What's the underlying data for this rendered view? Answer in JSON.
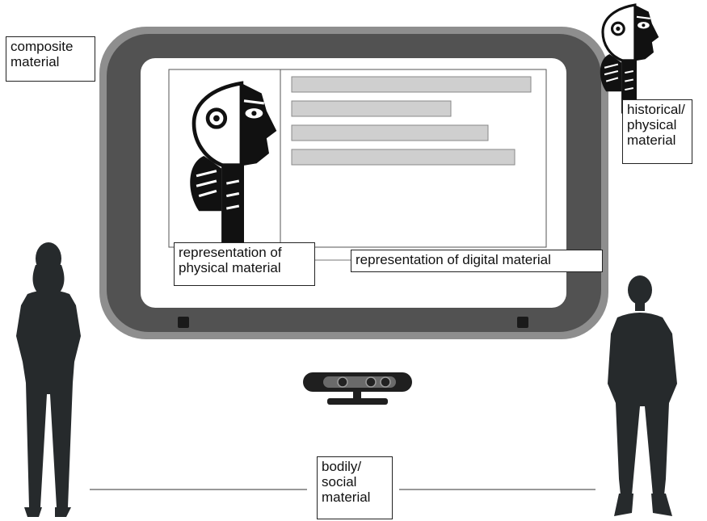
{
  "labels": {
    "composite": [
      "composite",
      "material"
    ],
    "historical": [
      "historical/",
      "physical",
      "material"
    ],
    "physical_rep": [
      "representation of",
      "physical material"
    ],
    "digital_rep": [
      "representation of digital material"
    ],
    "bodily": [
      "bodily/",
      "social",
      "material"
    ]
  },
  "screen_text_bars": 4,
  "colors": {
    "frame_outer": "#8e8e8e",
    "frame_inner": "#525252",
    "screen": "#ffffff",
    "bar_fill": "#cfcfcf",
    "silhouette": "#262a2c"
  },
  "icons": [
    "picasso-face-icon",
    "depth-sensor-icon",
    "person-silhouette-icon"
  ]
}
